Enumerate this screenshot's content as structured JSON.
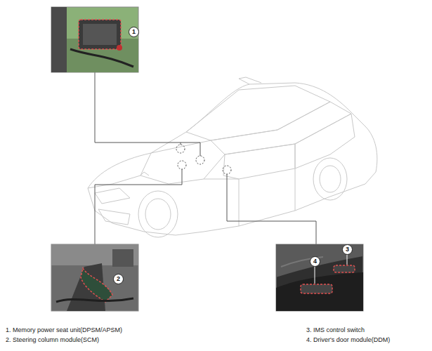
{
  "diagram": {
    "labels": [
      "1",
      "2",
      "3",
      "4",
      "1. Memory power seat unit(DPSM/APSM)",
      "2. Steering column module(SCM)",
      "3. IMS control switch",
      "4. Driver's door module(DDM)"
    ]
  }
}
